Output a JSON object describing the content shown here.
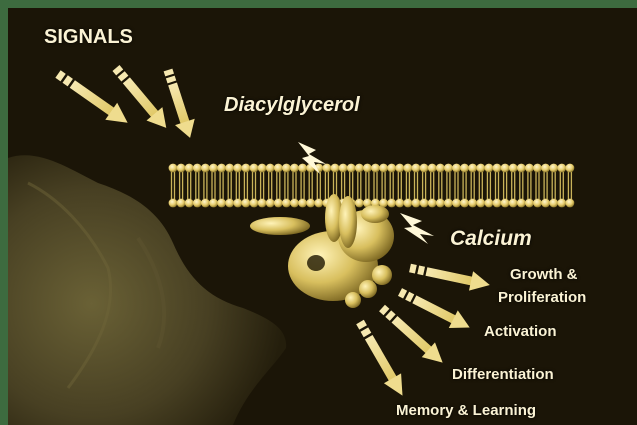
{
  "labels": {
    "signals": "SIGNALS",
    "diacylglycerol": "Diacylglycerol",
    "calcium": "Calcium",
    "growth": "Growth &",
    "proliferation": "Proliferation",
    "activation": "Activation",
    "differentiation": "Differentiation",
    "memory": "Memory & Learning"
  },
  "colors": {
    "frame": "#3d6b3f",
    "background": "#1b1507",
    "gold": "#e8d27a",
    "text": "#fbf3d4"
  },
  "icons": [
    "signal-arrow",
    "lightning-bolt",
    "membrane-lipid-bilayer",
    "protein-kinase-c",
    "output-arrow"
  ]
}
